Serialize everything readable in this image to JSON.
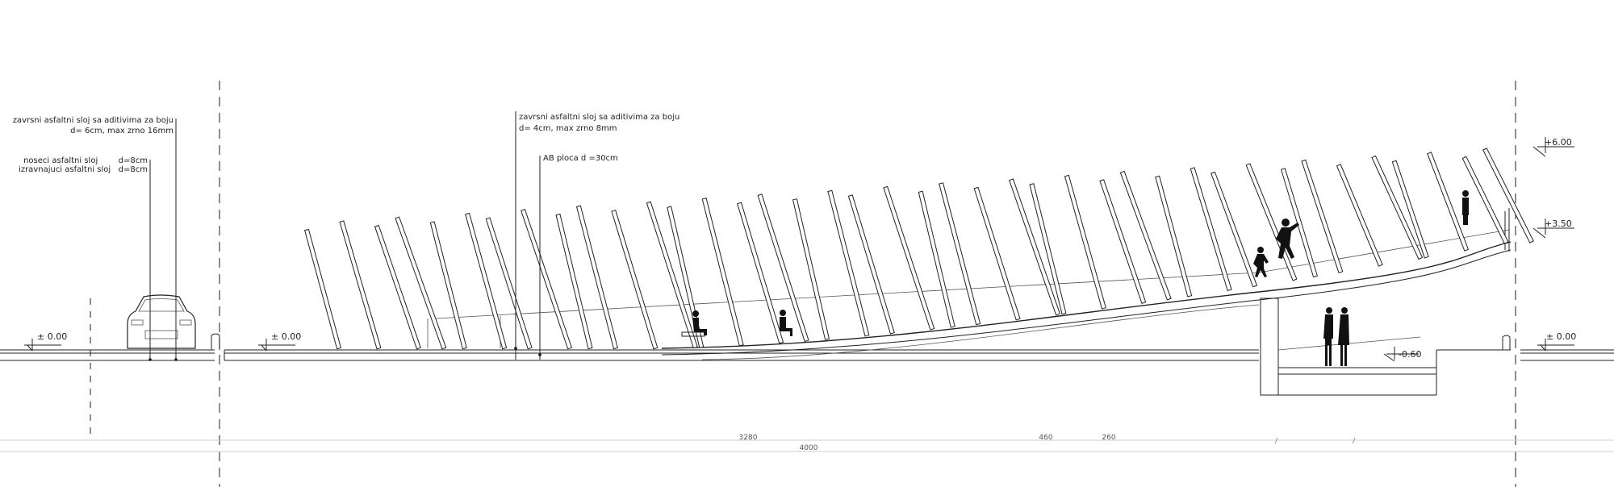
{
  "annotations": {
    "left_top_line1": "zavrsni asfaltni sloj sa aditivima za boju",
    "left_top_line2": "d= 6cm,  max zrno 16mm",
    "left_mid_line1": "noseci asfaltni sloj        d=8cm",
    "left_mid_line2": "izravnajuci asfaltni sloj   d=8cm",
    "center_top_line1": "zavrsni asfaltni sloj sa aditivima za boju",
    "center_top_line2": "d= 4cm,  max zrno 8mm",
    "center_slab": "AB ploca d  =30cm"
  },
  "levels": {
    "road_left": "± 0.00",
    "plaza_left": "± 0.00",
    "right_ground": "± 0.00",
    "top": "+6.00",
    "ramp": "+3.50",
    "underpass": "-0.60"
  },
  "dimensions": {
    "main_span": "3280",
    "total": "4000",
    "underpass_span": "460",
    "end_span": "260"
  },
  "pole_count": 40
}
